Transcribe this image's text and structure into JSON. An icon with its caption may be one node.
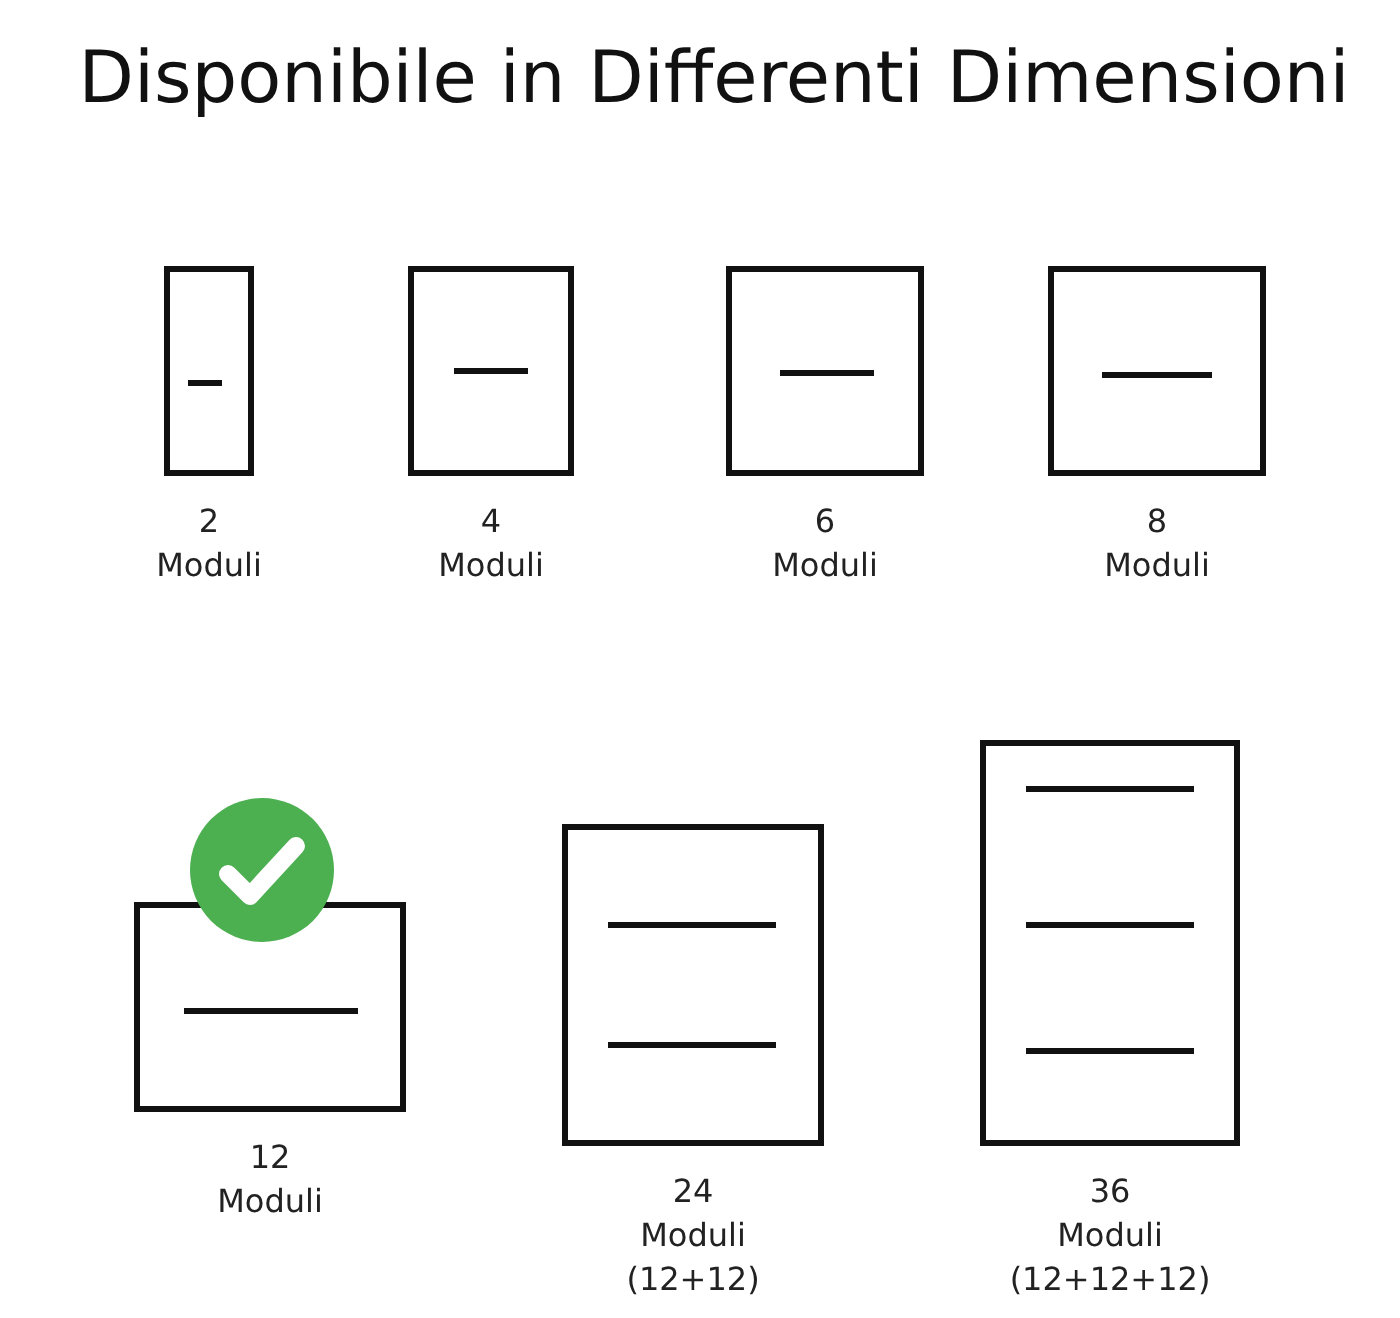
{
  "diagram": {
    "title": "Disponibile in Differenti Dimensioni",
    "nodes": [
      {
        "text": [],
        "shape": "box",
        "beside": [
          "2 Moduli"
        ]
      },
      {
        "text": [],
        "shape": "box",
        "beside": [
          "4 Moduli"
        ]
      },
      {
        "text": [],
        "shape": "box",
        "beside": [
          "6 Moduli"
        ]
      },
      {
        "text": [],
        "shape": "box",
        "beside": [
          "8 Moduli"
        ]
      },
      {
        "text": [],
        "shape": "box",
        "beside": [
          "12 Moduli"
        ]
      },
      {
        "text": [],
        "shape": "box",
        "beside": [
          "24 Moduli (12+12)"
        ]
      },
      {
        "text": [],
        "shape": "box",
        "beside": [
          "36 Moduli (12+12+12)"
        ]
      }
    ]
  }
}
